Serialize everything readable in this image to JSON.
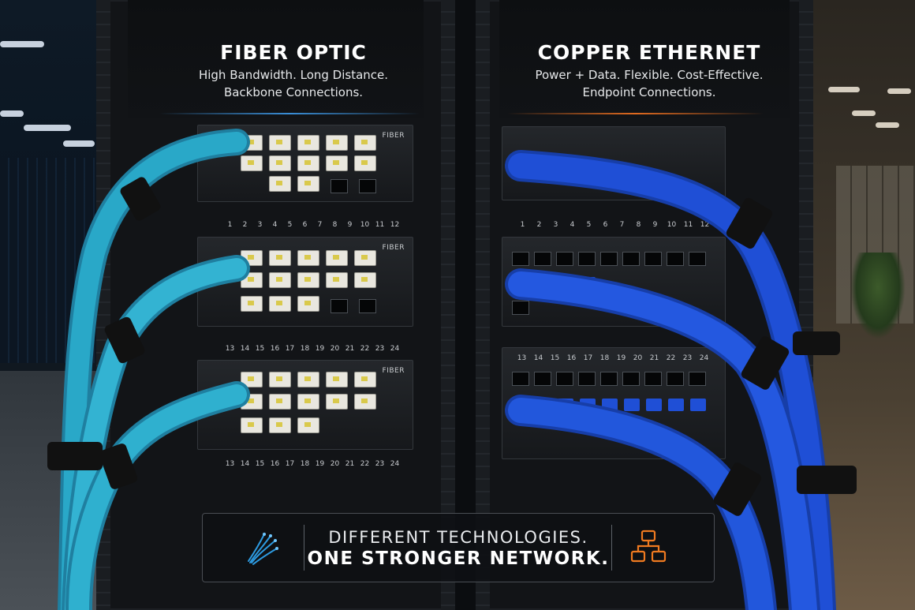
{
  "fiber": {
    "title": "FIBER OPTIC",
    "subtitle_line1": "High Bandwidth. Long Distance.",
    "subtitle_line2": "Backbone Connections.",
    "panel_tag": "FIBER",
    "panel_tag_alt": "FIBER",
    "ports_top": [
      "1",
      "2",
      "3",
      "4",
      "5",
      "6",
      "7",
      "8",
      "9",
      "10",
      "11",
      "12"
    ],
    "ports_bottom": [
      "13",
      "14",
      "15",
      "16",
      "17",
      "18",
      "19",
      "20",
      "21",
      "22",
      "23",
      "24"
    ],
    "accent_color": "#3a8fd8"
  },
  "copper": {
    "title": "COPPER ETHERNET",
    "subtitle_line1": "Power + Data. Flexible. Cost-Effective.",
    "subtitle_line2": "Endpoint Connections.",
    "ports_top": [
      "1",
      "2",
      "3",
      "4",
      "5",
      "6",
      "7",
      "8",
      "9",
      "10",
      "11",
      "12"
    ],
    "ports_bottom": [
      "13",
      "14",
      "15",
      "16",
      "17",
      "18",
      "19",
      "20",
      "21",
      "22",
      "23",
      "24"
    ],
    "accent_color": "#e06a1f"
  },
  "banner": {
    "line1": "DIFFERENT TECHNOLOGIES.",
    "line2": "ONE STRONGER NETWORK.",
    "left_icon": "fiber-strands-icon",
    "right_icon": "network-nodes-icon",
    "left_icon_color": "#2d9ae0",
    "right_icon_color": "#ef7a20"
  },
  "colors": {
    "fiber_cable": "#29a8c8",
    "copper_cable": "#1f4fd6",
    "lc_connector": "#e9e7df"
  }
}
